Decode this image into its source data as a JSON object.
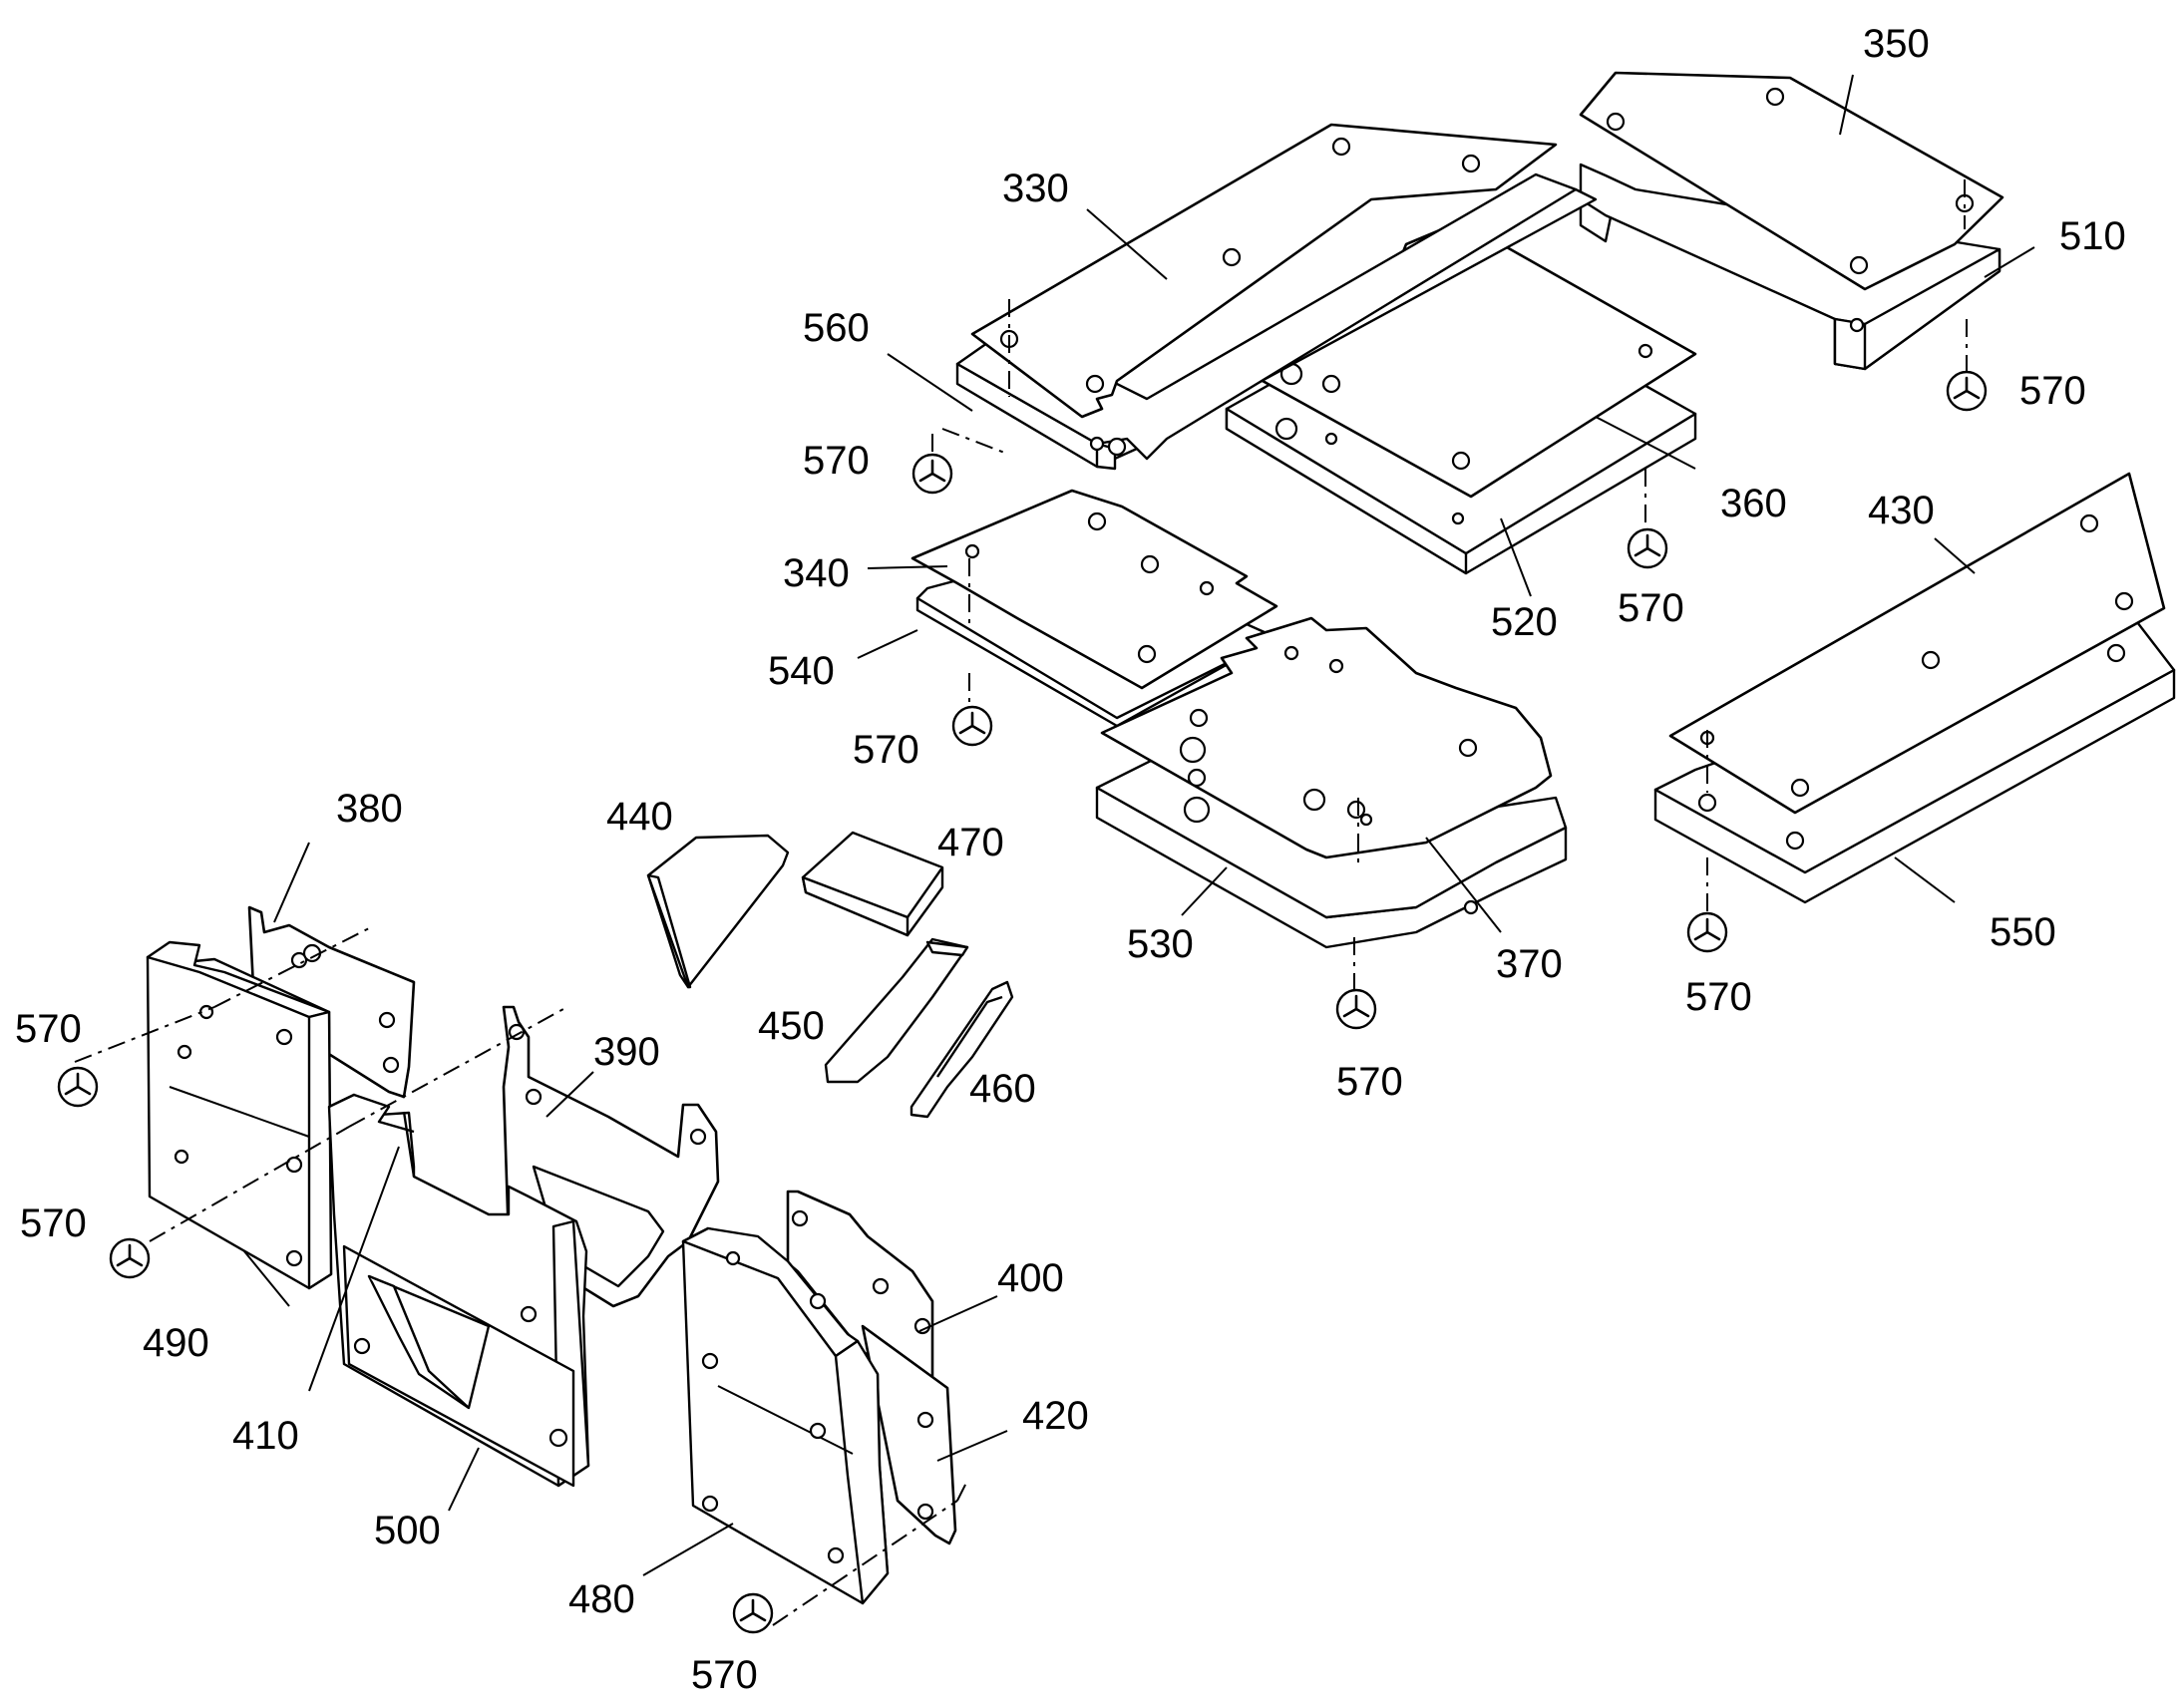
{
  "diagram": {
    "labels": [
      {
        "id": "l330",
        "text": "330"
      },
      {
        "id": "l350",
        "text": "350"
      },
      {
        "id": "l510",
        "text": "510"
      },
      {
        "id": "l570a",
        "text": "570"
      },
      {
        "id": "l560",
        "text": "560"
      },
      {
        "id": "l570b",
        "text": "570"
      },
      {
        "id": "l360",
        "text": "360"
      },
      {
        "id": "l340",
        "text": "340"
      },
      {
        "id": "l520",
        "text": "520"
      },
      {
        "id": "l570c",
        "text": "570"
      },
      {
        "id": "l430",
        "text": "430"
      },
      {
        "id": "l540",
        "text": "540"
      },
      {
        "id": "l570d",
        "text": "570"
      },
      {
        "id": "l380",
        "text": "380"
      },
      {
        "id": "l440",
        "text": "440"
      },
      {
        "id": "l470",
        "text": "470"
      },
      {
        "id": "l530",
        "text": "530"
      },
      {
        "id": "l370",
        "text": "370"
      },
      {
        "id": "l550",
        "text": "550"
      },
      {
        "id": "l570e",
        "text": "570"
      },
      {
        "id": "l450",
        "text": "450"
      },
      {
        "id": "l460",
        "text": "460"
      },
      {
        "id": "l570f",
        "text": "570"
      },
      {
        "id": "l570g",
        "text": "570"
      },
      {
        "id": "l390",
        "text": "390"
      },
      {
        "id": "l570h",
        "text": "570"
      },
      {
        "id": "l490",
        "text": "490"
      },
      {
        "id": "l400",
        "text": "400"
      },
      {
        "id": "l410",
        "text": "410"
      },
      {
        "id": "l420",
        "text": "420"
      },
      {
        "id": "l500",
        "text": "500"
      },
      {
        "id": "l480",
        "text": "480"
      },
      {
        "id": "l570i",
        "text": "570"
      }
    ]
  }
}
